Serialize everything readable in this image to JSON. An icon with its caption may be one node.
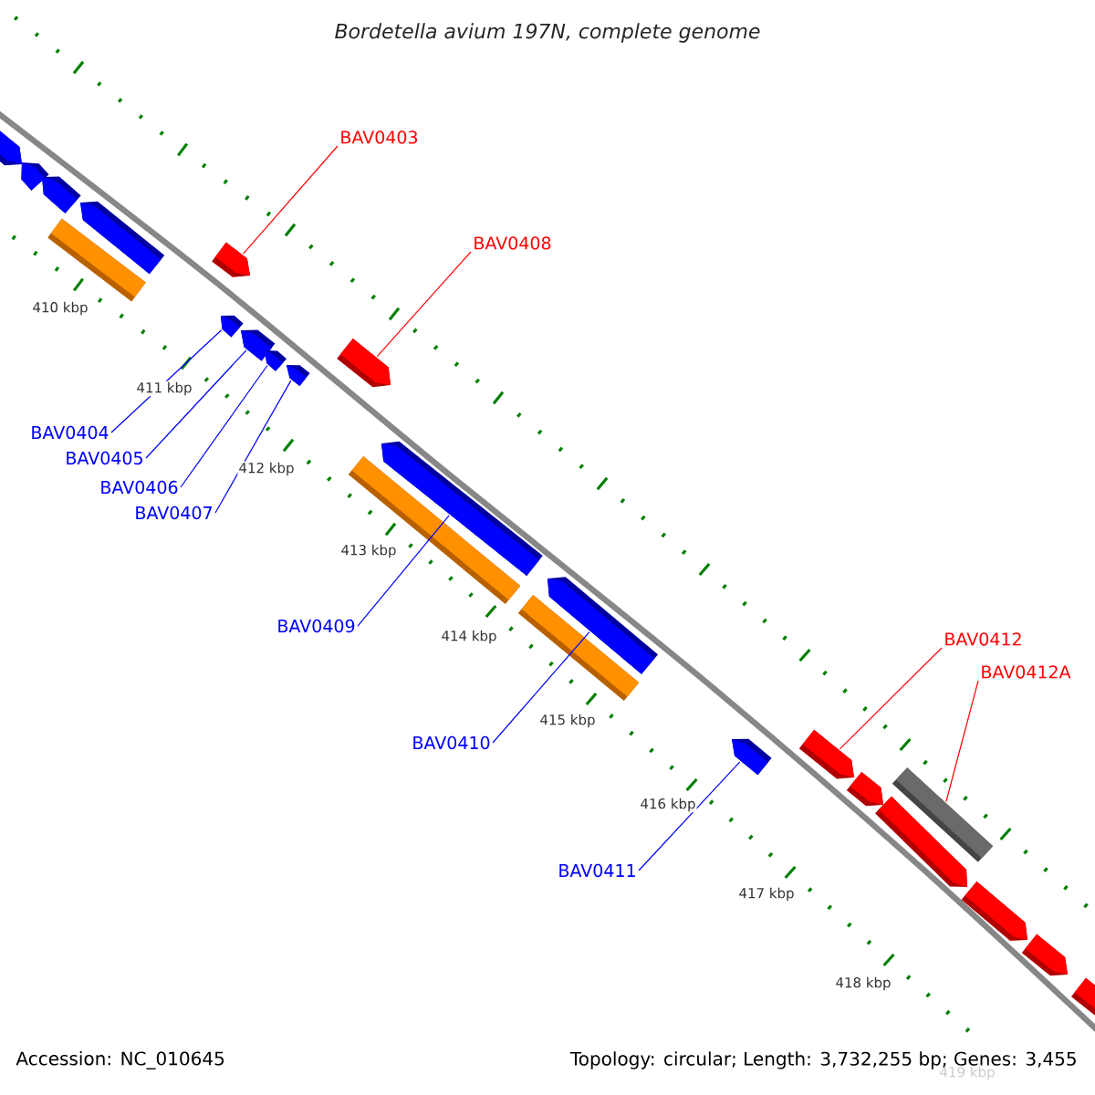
{
  "diagram": {
    "title": "Bordetella avium 197N, complete genome",
    "nodes": [
      {
        "text": [
          "BAV0403"
        ]
      },
      {
        "text": [],
        "shape": "pentagon"
      },
      {
        "text": [
          "BAV0408"
        ]
      },
      {
        "text": [],
        "shape": "pentagon"
      },
      {
        "text": [
          "BAV0404"
        ]
      },
      {
        "text": [],
        "shape": "pentagon"
      },
      {
        "text": [
          "BAV0405"
        ]
      },
      {
        "text": [],
        "shape": "pentagon"
      },
      {
        "text": [
          "BAV0406"
        ]
      },
      {
        "text": [],
        "shape": "pentagon"
      },
      {
        "text": [
          "BAV0407"
        ]
      },
      {
        "text": [],
        "shape": "pentagon"
      },
      {
        "text": [
          "BAV0409"
        ]
      },
      {
        "text": [],
        "shape": "pentagon"
      },
      {
        "text": [
          "BAV0410"
        ]
      },
      {
        "text": [],
        "shape": "pentagon"
      },
      {
        "text": [
          "BAV0411"
        ]
      },
      {
        "text": [],
        "shape": "pentagon"
      },
      {
        "text": [
          "BAV0412"
        ]
      },
      {
        "text": [],
        "shape": "pentagon"
      },
      {
        "text": [
          "BAV0412A"
        ]
      },
      {
        "text": [],
        "shape": "bar"
      },
      {
        "text": [],
        "shape": "pentagon"
      },
      {
        "text": [],
        "shape": "pentagon"
      },
      {
        "text": [],
        "shape": "pentagon"
      },
      {
        "text": [],
        "shape": "pentagon"
      },
      {
        "text": [],
        "shape": "bar"
      },
      {
        "text": [],
        "shape": "bar"
      },
      {
        "text": [],
        "shape": "bar"
      },
      {
        "text": [],
        "shape": "pentagon"
      },
      {
        "text": [],
        "shape": "pentagon"
      },
      {
        "text": [],
        "shape": "pentagon"
      },
      {
        "text": [],
        "shape": "pentagon"
      },
      {
        "text": [],
        "shape": "pentagon"
      }
    ],
    "edges": [
      {
        "from": 0,
        "to": 1,
        "arrow": "none",
        "color": "#ff0000"
      },
      {
        "from": 2,
        "to": 3,
        "arrow": "none",
        "color": "#ff0000"
      },
      {
        "from": 4,
        "to": 5,
        "arrow": "none"
      },
      {
        "from": 6,
        "to": 7,
        "arrow": "none"
      },
      {
        "from": 8,
        "to": 9,
        "arrow": "none"
      },
      {
        "from": 10,
        "to": 11,
        "arrow": "none"
      },
      {
        "from": 12,
        "to": 13,
        "arrow": "none"
      },
      {
        "from": 14,
        "to": 15,
        "arrow": "none"
      },
      {
        "from": 16,
        "to": 17,
        "arrow": "none"
      },
      {
        "from": 18,
        "to": 19,
        "arrow": "none",
        "color": "#ff0000"
      },
      {
        "from": 20,
        "to": 21,
        "arrow": "none",
        "color": "#ff0000"
      }
    ],
    "labels": [
      "410 kbp",
      "411 kbp",
      "412 kbp",
      "413 kbp",
      "414 kbp",
      "415 kbp",
      "416 kbp",
      "417 kbp",
      "418 kbp",
      "419 kbp",
      "Accession: NC_010645",
      "Topology: circular; Length: 3,732,255 bp; Genes: 3,455"
    ]
  }
}
